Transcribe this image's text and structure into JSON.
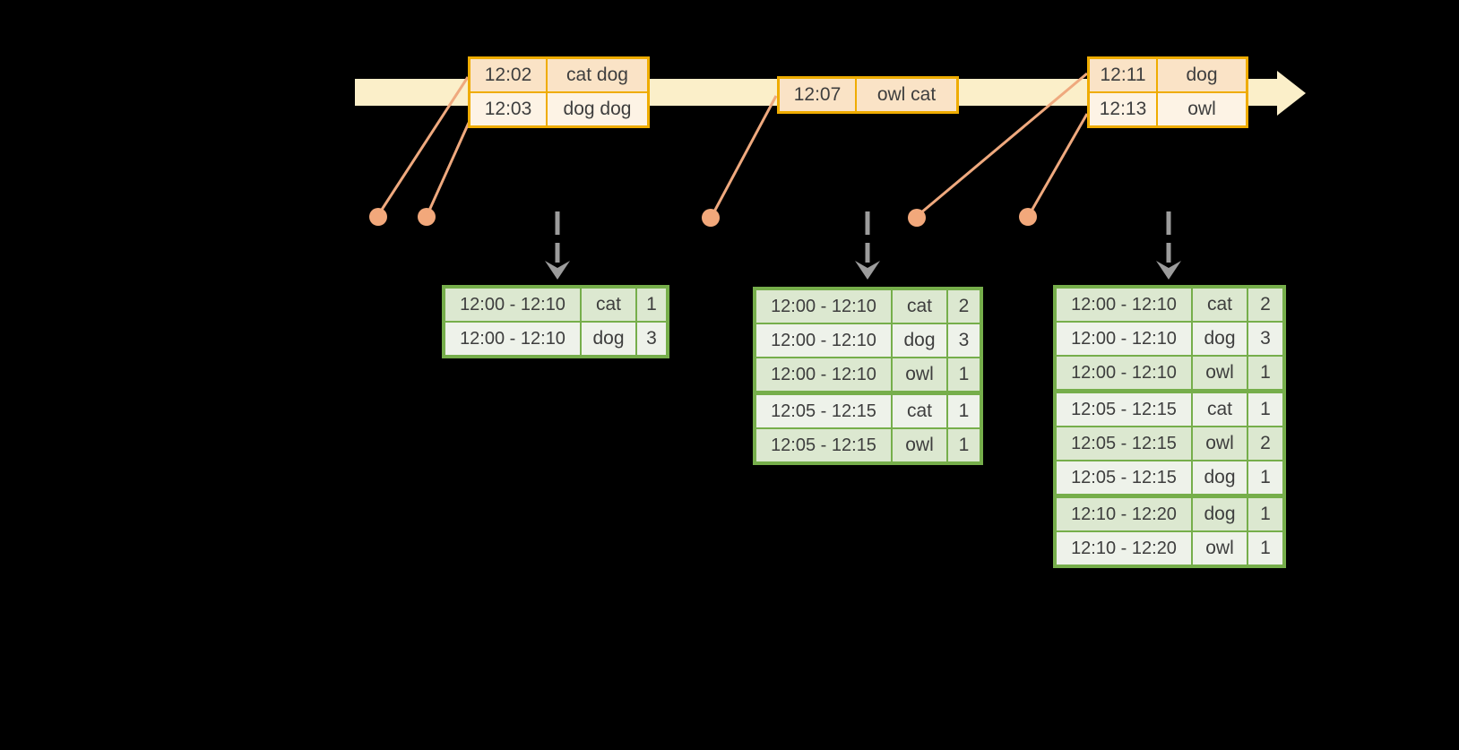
{
  "diagram": "streaming-windowed-word-counts",
  "colors": {
    "background": "#000000",
    "timeline_band": "#FBEFC9",
    "event_table_border": "#EFAC00",
    "event_row_dark": "#FAE3C6",
    "event_row_light": "#FDF3E5",
    "connector_and_dot": "#EFA97E",
    "result_table_border": "#76AE4B",
    "result_row_dark": "#DCE8D0",
    "result_row_light": "#EEF2EA",
    "trigger_arrow": "#9C9C9C",
    "text": "#3E3E3E"
  },
  "icons": {
    "timeline_arrowhead": "right-arrow",
    "event_marker": "filled-circle",
    "trigger_arrow": "dashed-down-arrow"
  },
  "event_tables": [
    {
      "rows": [
        {
          "time": "12:02",
          "words": "cat dog"
        },
        {
          "time": "12:03",
          "words": "dog dog"
        }
      ]
    },
    {
      "rows": [
        {
          "time": "12:07",
          "words": "owl cat"
        }
      ]
    },
    {
      "rows": [
        {
          "time": "12:11",
          "words": "dog"
        },
        {
          "time": "12:13",
          "words": "owl"
        }
      ]
    }
  ],
  "result_tables": [
    {
      "rows": [
        {
          "window": "12:00 - 12:10",
          "word": "cat",
          "count": "1"
        },
        {
          "window": "12:00 - 12:10",
          "word": "dog",
          "count": "3"
        }
      ]
    },
    {
      "rows": [
        {
          "window": "12:00 - 12:10",
          "word": "cat",
          "count": "2"
        },
        {
          "window": "12:00 - 12:10",
          "word": "dog",
          "count": "3"
        },
        {
          "window": "12:00 - 12:10",
          "word": "owl",
          "count": "1"
        },
        {
          "window": "12:05 - 12:15",
          "word": "cat",
          "count": "1"
        },
        {
          "window": "12:05 - 12:15",
          "word": "owl",
          "count": "1"
        }
      ]
    },
    {
      "rows": [
        {
          "window": "12:00 - 12:10",
          "word": "cat",
          "count": "2"
        },
        {
          "window": "12:00 - 12:10",
          "word": "dog",
          "count": "3"
        },
        {
          "window": "12:00 - 12:10",
          "word": "owl",
          "count": "1"
        },
        {
          "window": "12:05 - 12:15",
          "word": "cat",
          "count": "1"
        },
        {
          "window": "12:05 - 12:15",
          "word": "owl",
          "count": "2"
        },
        {
          "window": "12:05 - 12:15",
          "word": "dog",
          "count": "1"
        },
        {
          "window": "12:10 - 12:20",
          "word": "dog",
          "count": "1"
        },
        {
          "window": "12:10 - 12:20",
          "word": "owl",
          "count": "1"
        }
      ]
    }
  ]
}
